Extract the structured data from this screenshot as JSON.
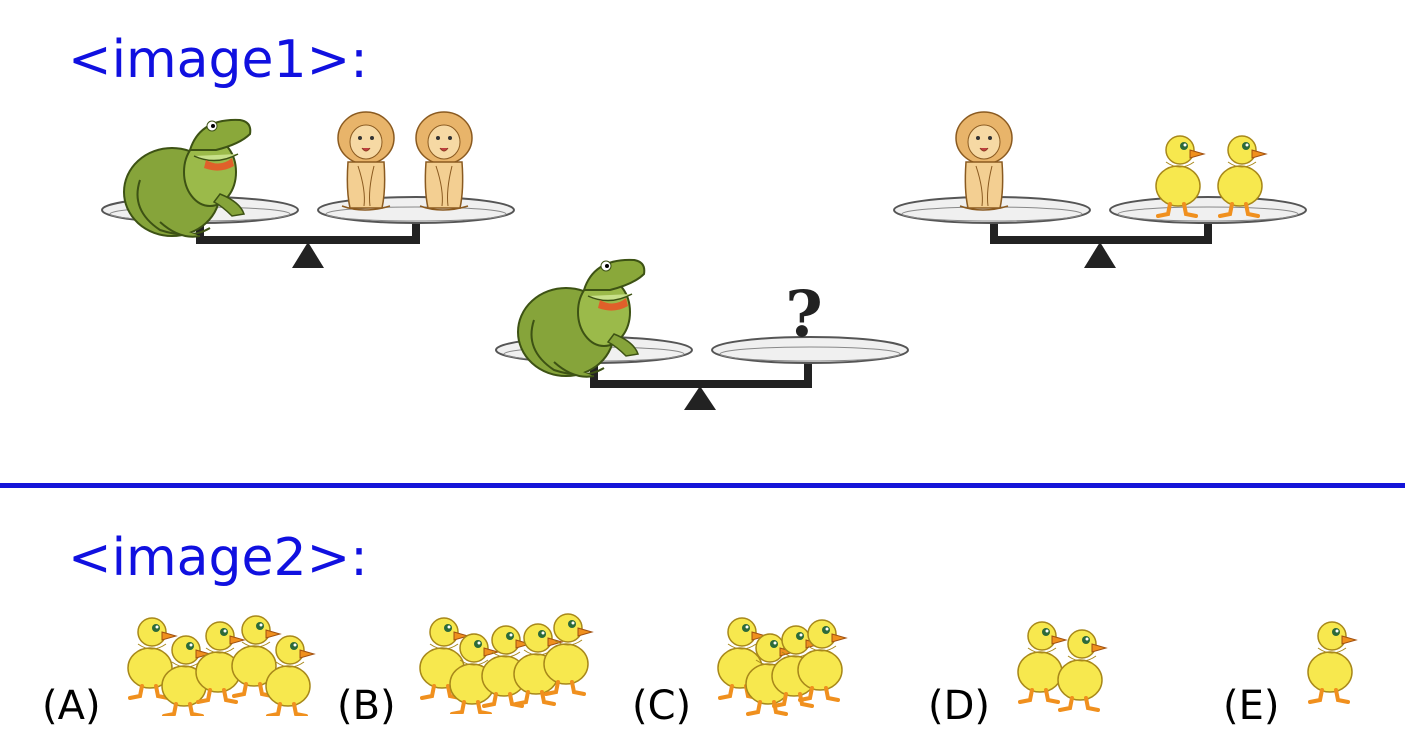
{
  "headings": {
    "image1": "<image1>:",
    "image2": "<image2>:"
  },
  "scale_question_mark": "?",
  "options": [
    {
      "label": "(A)",
      "duck_count": 5
    },
    {
      "label": "(B)",
      "duck_count": 5
    },
    {
      "label": "(C)",
      "duck_count": 4
    },
    {
      "label": "(D)",
      "duck_count": 2
    },
    {
      "label": "(E)",
      "duck_count": 1
    }
  ],
  "colors": {
    "heading": "#1010e0",
    "divider": "#1414d8",
    "crocodile": "#8aa83a",
    "lion": "#f2c98a",
    "duck": "#f7e84e",
    "duck_feet": "#f0901e"
  }
}
